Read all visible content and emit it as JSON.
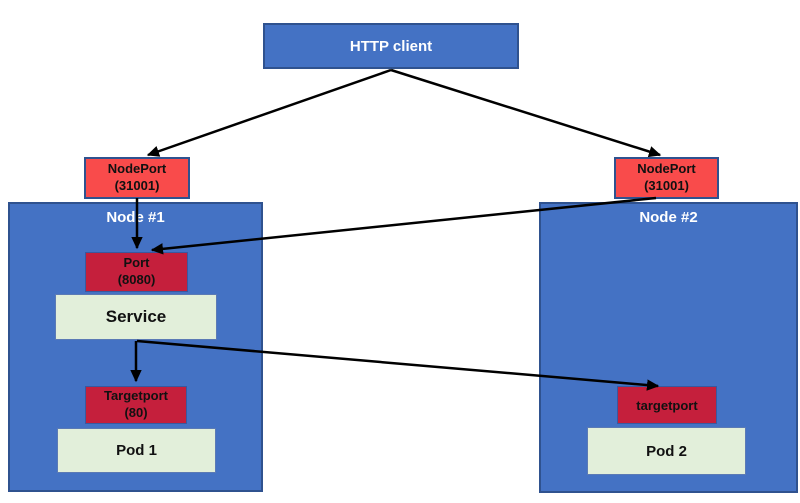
{
  "http_client": {
    "label": "HTTP client"
  },
  "nodeport_left": {
    "line1": "NodePort",
    "line2": "(31001)"
  },
  "nodeport_right": {
    "line1": "NodePort",
    "line2": "(31001)"
  },
  "node1": {
    "title": "Node #1",
    "port": {
      "line1": "Port",
      "line2": "(8080)"
    },
    "service_label": "Service",
    "targetport": {
      "line1": "Targetport",
      "line2": "(80)"
    },
    "pod_label": "Pod 1"
  },
  "node2": {
    "title": "Node #2",
    "targetport_label": "targetport",
    "pod_label": "Pod 2"
  },
  "colors": {
    "node_blue": "#4472C4",
    "border_blue": "#2F528F",
    "nodeport_red": "#F94B4B",
    "port_crimson": "#C51F3C",
    "pod_light_green": "#E2EFDA",
    "arrow_black": "#000000"
  }
}
